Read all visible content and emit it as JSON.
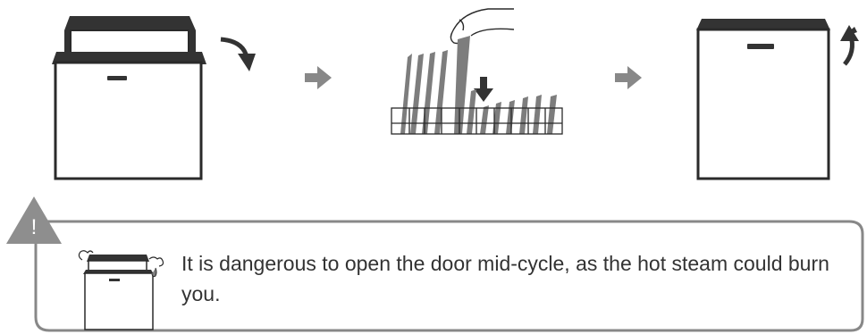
{
  "colors": {
    "line": "#2a2a2a",
    "panel_dark": "#333333",
    "arrow_gray": "#888888",
    "plate_gray": "#7d7d7d",
    "warning_triangle": "#8e8e8e",
    "warning_border": "#888888",
    "text": "#333333"
  },
  "steps": [
    {
      "name": "open-door-step",
      "icon": "dishwasher-opening-icon"
    },
    {
      "name": "load-dishes-step",
      "icon": "loading-plates-into-rack-icon"
    },
    {
      "name": "close-door-step",
      "icon": "dishwasher-closing-icon"
    }
  ],
  "warning": {
    "symbol": "!",
    "icon": "warning-triangle-icon",
    "illustration": "dishwasher-steam-icon",
    "text": "It is dangerous to open the door mid-cycle, as the hot steam could burn you."
  }
}
